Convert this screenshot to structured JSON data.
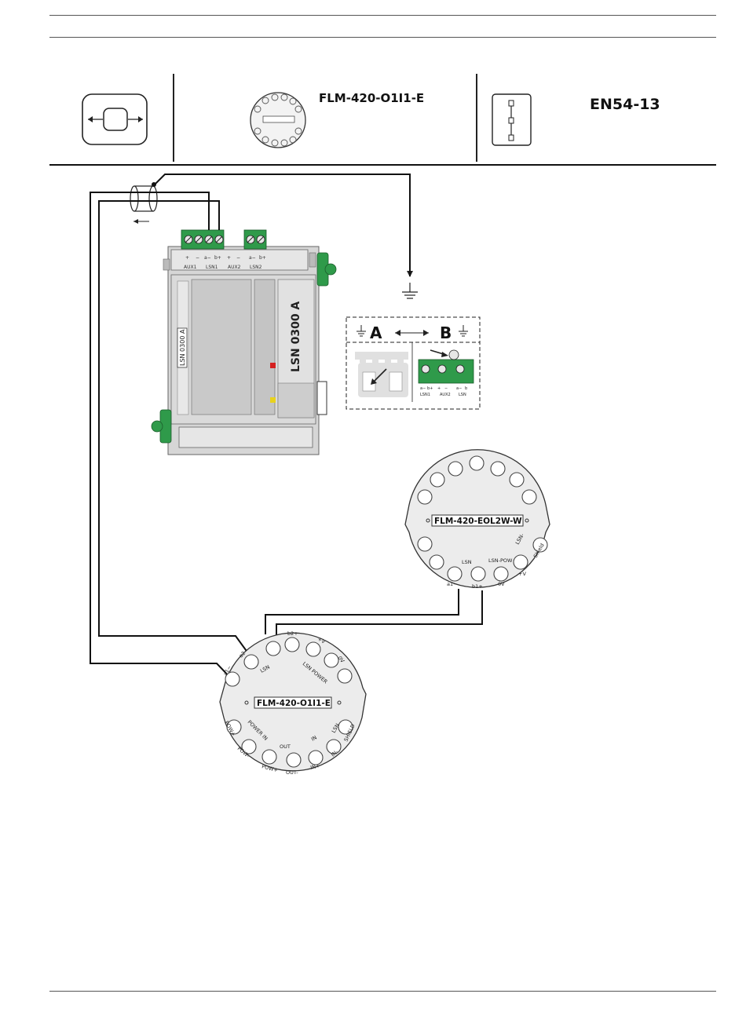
{
  "header": {
    "module_name": "FLM-420-O1I1-E",
    "standard": "EN54-13"
  },
  "panel": {
    "vertical_label": "LSN 0300 A",
    "side_label": "LSN 0300 A",
    "terminal_signs": [
      "+",
      "−",
      "a−",
      "b+",
      "+",
      "−",
      "a−",
      "b+"
    ],
    "terminal_groups": [
      "AUX1",
      "LSN1",
      "AUX2",
      "LSN2"
    ]
  },
  "earth_detail": {
    "option_a": "A",
    "option_b": "B",
    "b_signs": [
      "a−",
      "b+",
      "+",
      "−",
      "a−",
      "b"
    ],
    "b_groups": [
      "LSN1",
      "AUX2",
      "LSN"
    ]
  },
  "eol_module": {
    "label": "FLM-420-EOL2W-W",
    "terminals": [
      "a1−",
      "b1+",
      "0V",
      "+V",
      "LSN",
      "LSN-POW",
      "LSN-",
      "Shield"
    ]
  },
  "main_module": {
    "label": "FLM-420-O1I1-E",
    "top_terminals": [
      "a1−",
      "a2−",
      "b2+",
      "0V",
      "+V"
    ],
    "top_groups": [
      "LSN",
      "LSN POWER"
    ],
    "bottom_terminals": [
      "POW+",
      "POW-",
      "POW+",
      "OUT-",
      "IN+",
      "IN-",
      "SHIELD"
    ],
    "bottom_groups": [
      "POWER IN",
      "OUT",
      "IN",
      "LSN"
    ],
    "extra_labels": [
      "b1+"
    ]
  },
  "colors": {
    "terminal_green": "#2f9a4a",
    "panel_gray": "#d4d4d4",
    "module_gray": "#ececec",
    "led_red": "#d42020",
    "led_yellow": "#e8d21c"
  }
}
